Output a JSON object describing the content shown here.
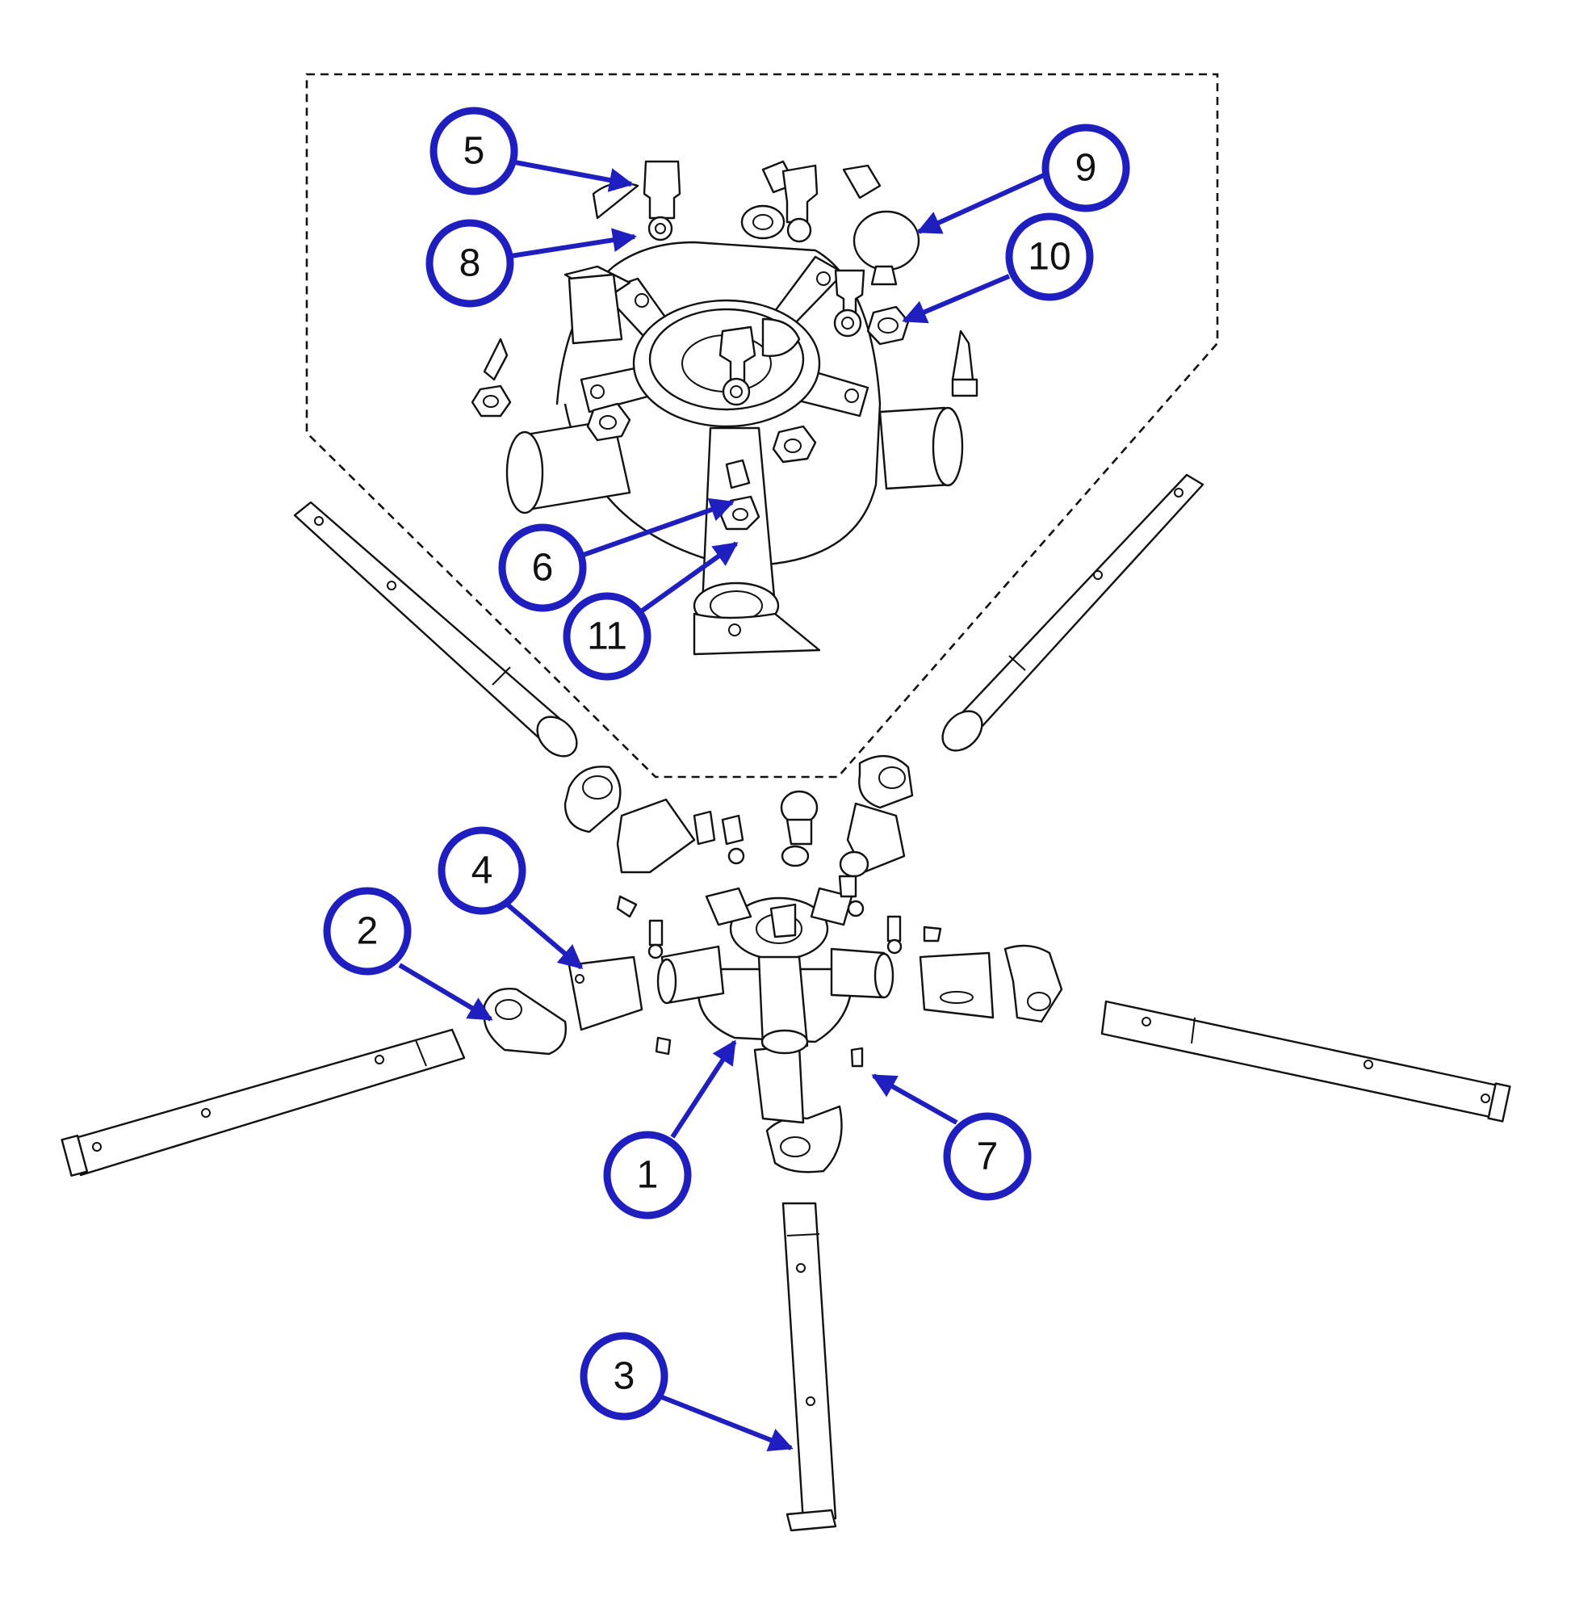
{
  "diagram": {
    "type": "exploded-parts-assembly",
    "detail_view_border": "dashed",
    "colors": {
      "callout": "#1f1fbf",
      "line_art": "#111111",
      "background": "#ffffff"
    },
    "callouts": [
      {
        "id": "callout-1",
        "label": "1"
      },
      {
        "id": "callout-2",
        "label": "2"
      },
      {
        "id": "callout-3",
        "label": "3"
      },
      {
        "id": "callout-4",
        "label": "4"
      },
      {
        "id": "callout-5",
        "label": "5"
      },
      {
        "id": "callout-6",
        "label": "6"
      },
      {
        "id": "callout-7",
        "label": "7"
      },
      {
        "id": "callout-8",
        "label": "8"
      },
      {
        "id": "callout-9",
        "label": "9"
      },
      {
        "id": "callout-10",
        "label": "10"
      },
      {
        "id": "callout-11",
        "label": "11"
      }
    ]
  }
}
